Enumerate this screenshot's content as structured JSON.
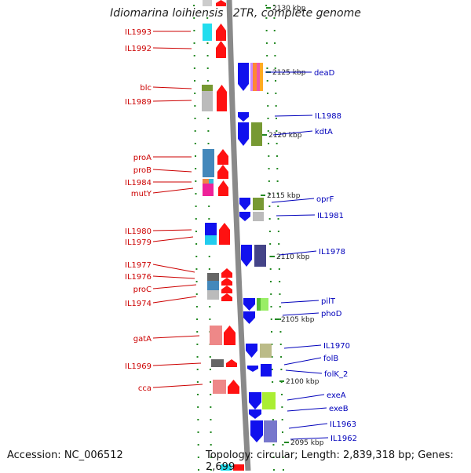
{
  "title": "Idiomarina loihiensis L2TR, complete genome",
  "footer": {
    "accession": "Accession: NC_006512",
    "summary": "Topology: circular; Length: 2,839,318 bp; Genes: 2,699"
  },
  "colors": {
    "left_label": "#cc0000",
    "right_label": "#0000bb",
    "backbone": "#888888",
    "tick": "#228822"
  },
  "scale_ticks": [
    "2130 kbp",
    "2125 kbp",
    "2120 kbp",
    "2115 kbp",
    "2110 kbp",
    "2105 kbp",
    "2100 kbp",
    "2095 kbp"
  ],
  "left_genes": [
    "IL1993",
    "IL1992",
    "blc",
    "IL1989",
    "proA",
    "proB",
    "IL1984",
    "mutY",
    "IL1980",
    "IL1979",
    "IL1977",
    "IL1976",
    "proC",
    "IL1974",
    "gatA",
    "IL1969",
    "cca"
  ],
  "right_genes": [
    "deaD",
    "IL1988",
    "kdtA",
    "oprF",
    "IL1981",
    "IL1978",
    "pilT",
    "phoD",
    "IL1970",
    "folB",
    "folK_2",
    "exeA",
    "exeB",
    "IL1963",
    "IL1962"
  ]
}
